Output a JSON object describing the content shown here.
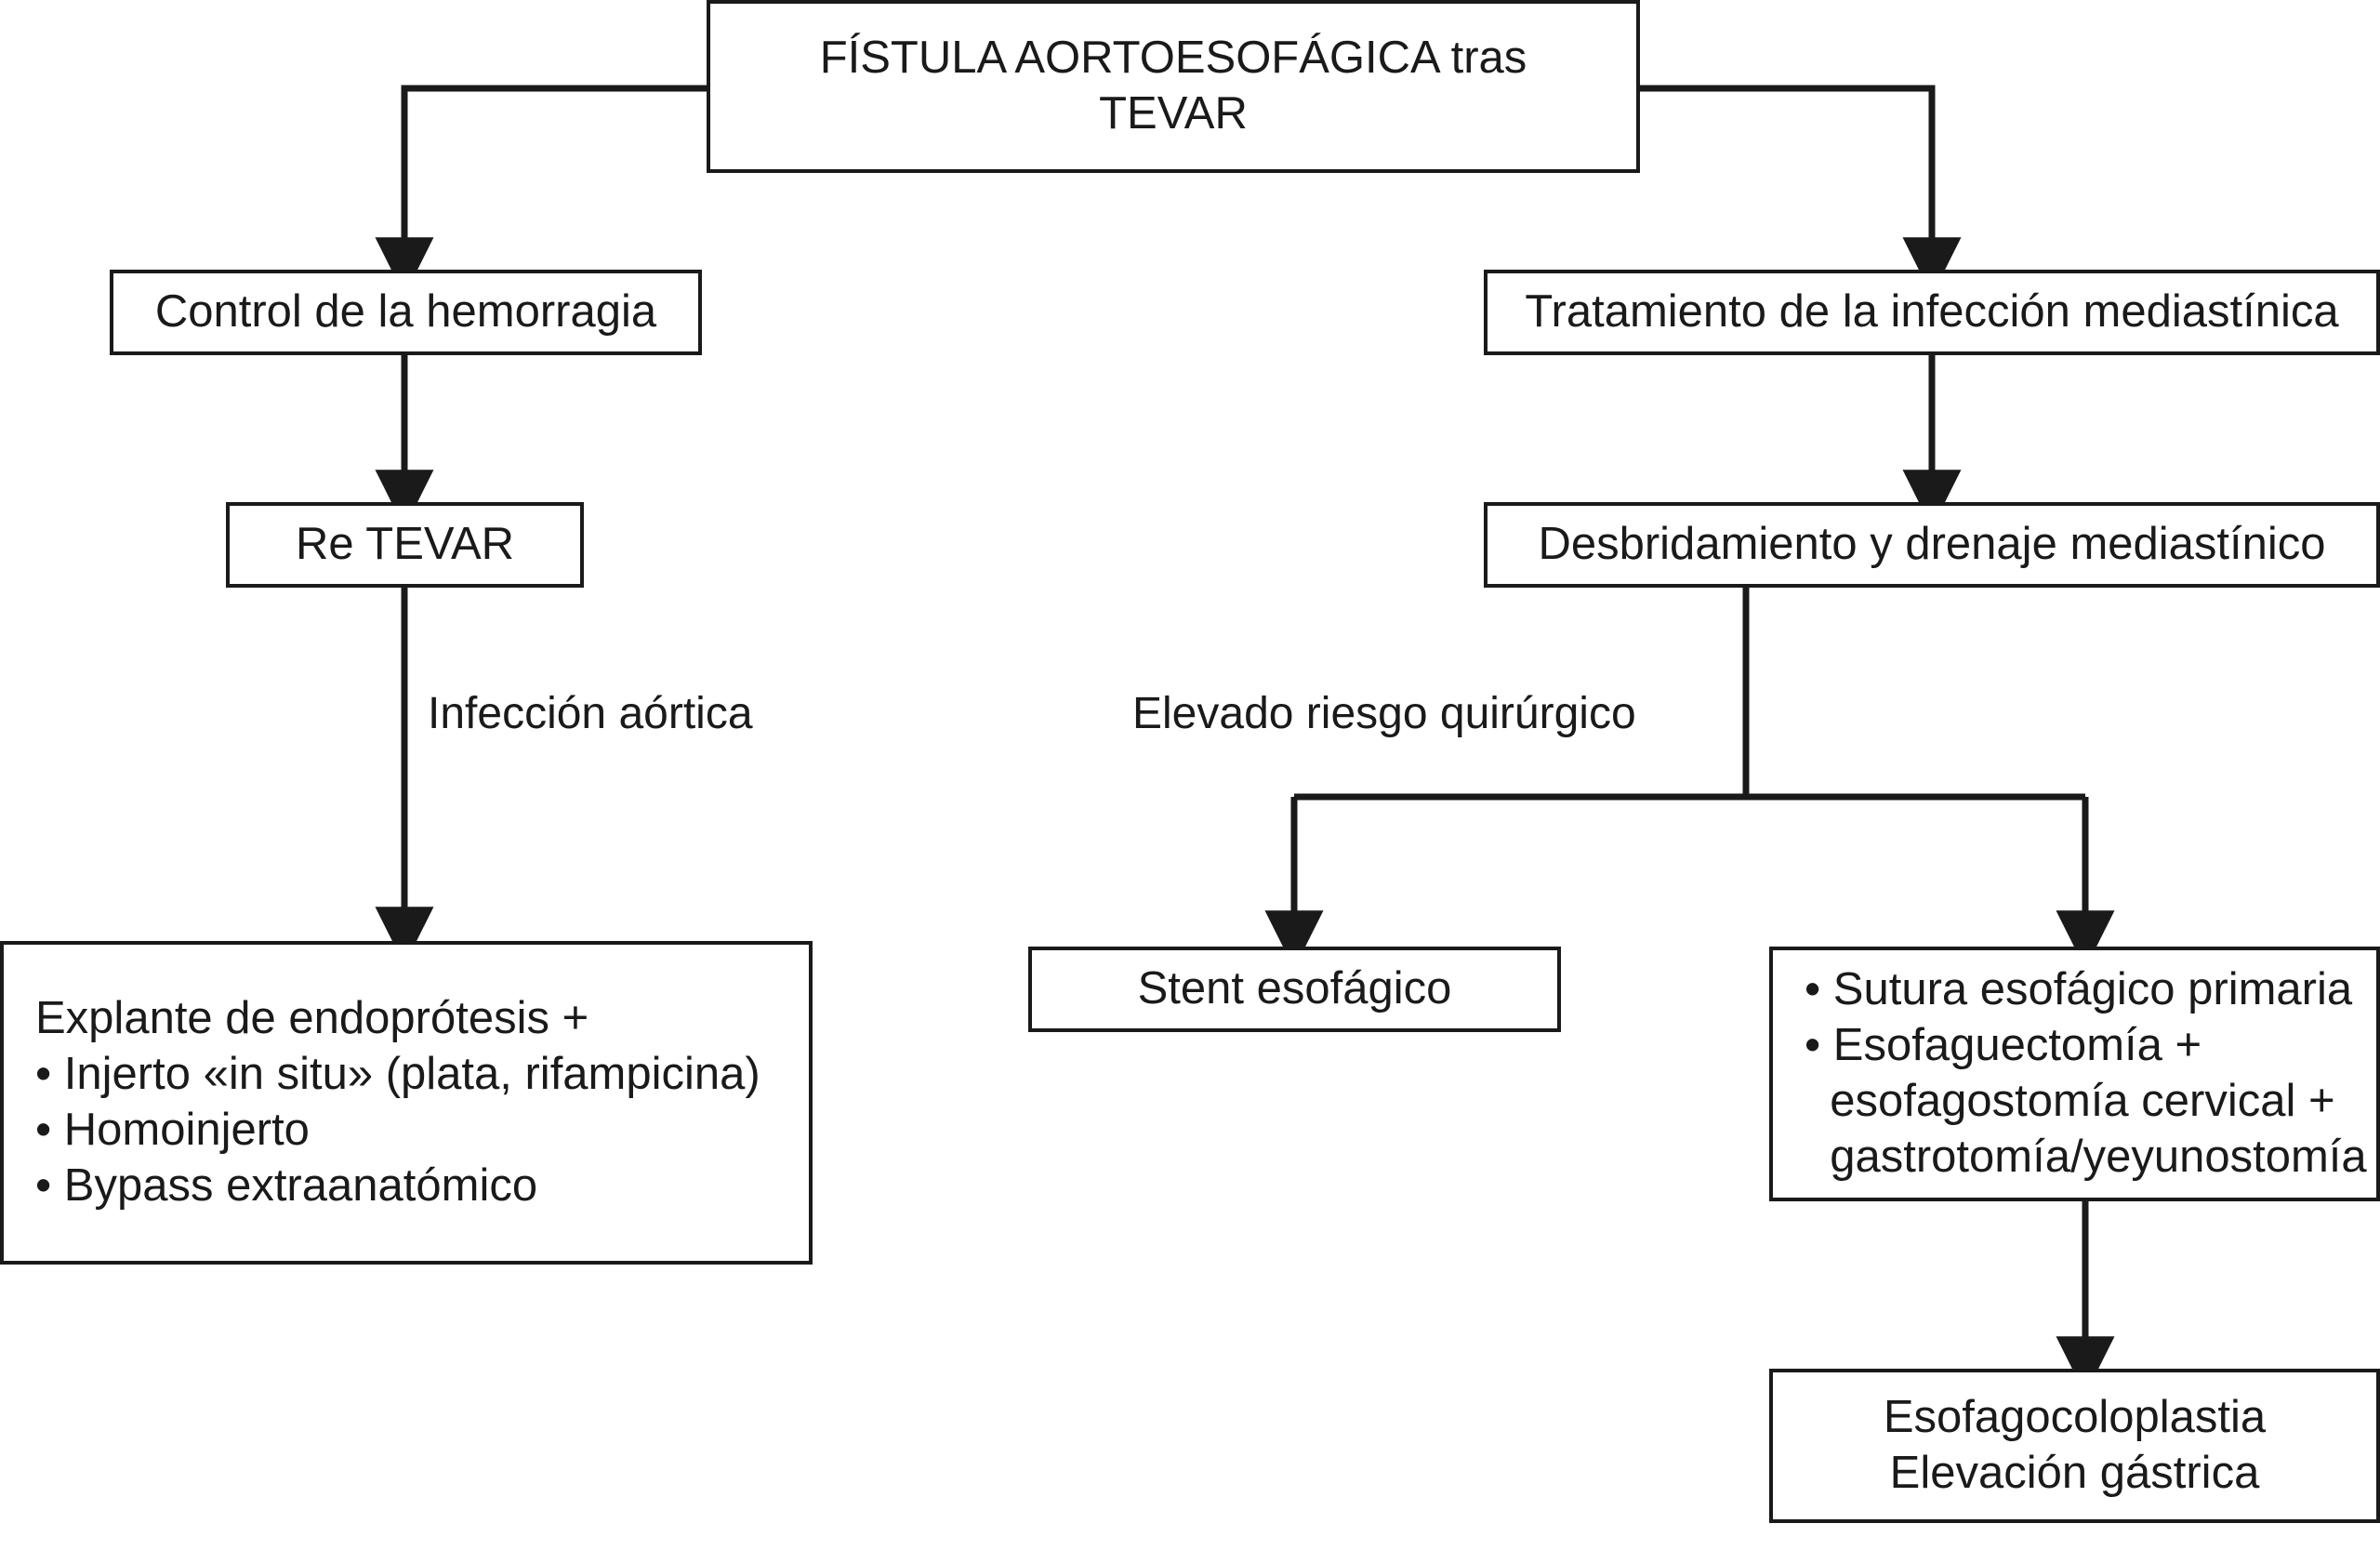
{
  "diagram": {
    "title_node": {
      "id": "fistula-aortoesofagica",
      "lines": [
        "FÍSTULA AORTOESOFÁGICA tras",
        "TEVAR"
      ]
    },
    "nodes": [
      {
        "id": "control-hemorragia",
        "lines": [
          "Control de la hemorragia"
        ]
      },
      {
        "id": "re-tevar",
        "lines": [
          "Re TEVAR"
        ]
      },
      {
        "id": "explante-endoprotesis",
        "lines": [
          "Explante de endoprótesis +",
          "",
          "• Injerto «in situ» (plata, rifampicina)",
          "• Homoinjerto",
          "• Bypass extraanatómico"
        ]
      },
      {
        "id": "tratamiento-infeccion",
        "lines": [
          "Tratamiento de la infección mediastínica"
        ]
      },
      {
        "id": "desbridamiento-drenaje",
        "lines": [
          "Desbridamiento y drenaje mediastínico"
        ]
      },
      {
        "id": "stent-esofagico",
        "lines": [
          "Stent esofágico"
        ]
      },
      {
        "id": "sutura-esofaguectomia",
        "lines": [
          "• Sutura esofágico primaria",
          "• Esofaguectomía +",
          "  esofagostomía cervical +",
          "  gastrotomía/yeyunostomía"
        ]
      },
      {
        "id": "esofagocoloplastia",
        "lines": [
          "Esofagocoloplastia",
          "Elevación gástrica"
        ]
      }
    ],
    "edge_labels": [
      {
        "id": "infeccion-aortica",
        "text": "Infección aórtica"
      },
      {
        "id": "elevado-riesgo",
        "text": "Elevado riesgo quirúrgico"
      }
    ],
    "colors": {
      "stroke": "#1a1a1a",
      "background": "#ffffff",
      "text": "#1a1a1a"
    }
  }
}
